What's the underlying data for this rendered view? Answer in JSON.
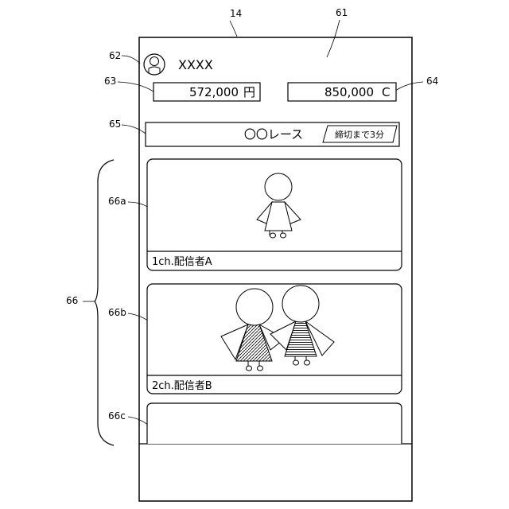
{
  "figure": {
    "ref_labels": {
      "device": "14",
      "screen": "61",
      "avatar": "62",
      "yen_box": "63",
      "coin_box": "64",
      "race_bar": "65",
      "channel_list": "66",
      "card_a": "66a",
      "card_b": "66b",
      "card_c": "66c"
    }
  },
  "header": {
    "username": "XXXX"
  },
  "balances": {
    "yen": "572,000",
    "yen_unit": "円",
    "coin": "850,000",
    "coin_unit": "C"
  },
  "race": {
    "title": "〇〇レース",
    "deadline_badge": "締切まで3分"
  },
  "channels": [
    {
      "caption": "1ch.配信者A"
    },
    {
      "caption": "2ch.配信者B"
    },
    {
      "caption": ""
    }
  ]
}
